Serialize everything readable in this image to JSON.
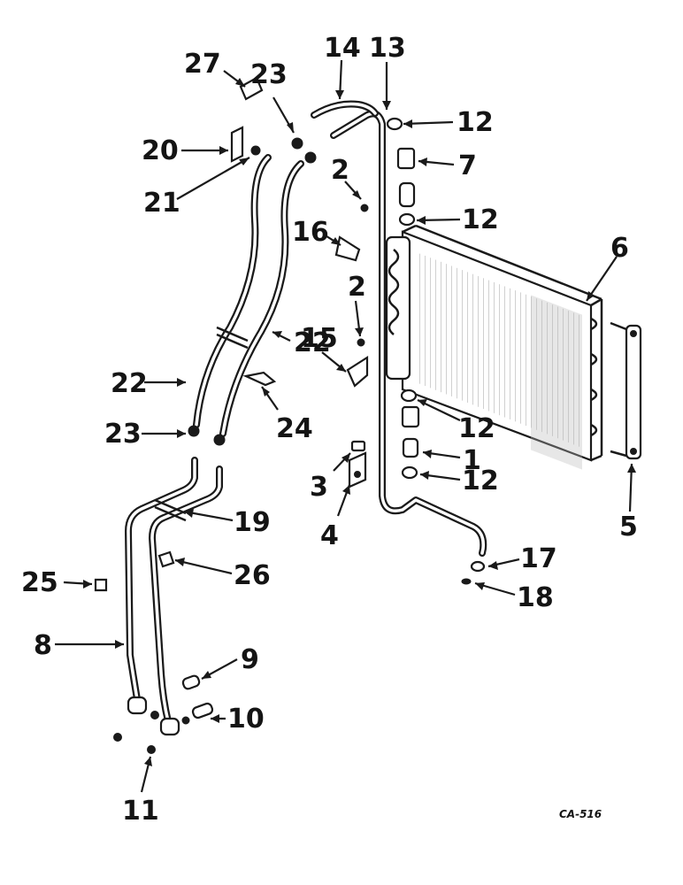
{
  "figure_code": "CA-516",
  "callouts": [
    {
      "id": "c27",
      "label": "27"
    },
    {
      "id": "c23a",
      "label": "23"
    },
    {
      "id": "c14",
      "label": "14"
    },
    {
      "id": "c13",
      "label": "13"
    },
    {
      "id": "c12a",
      "label": "12"
    },
    {
      "id": "c20",
      "label": "20"
    },
    {
      "id": "c7",
      "label": "7"
    },
    {
      "id": "c2a",
      "label": "2"
    },
    {
      "id": "c21",
      "label": "21"
    },
    {
      "id": "c12b",
      "label": "12"
    },
    {
      "id": "c16",
      "label": "16"
    },
    {
      "id": "c6",
      "label": "6"
    },
    {
      "id": "c2b",
      "label": "2"
    },
    {
      "id": "c15",
      "label": "15"
    },
    {
      "id": "c22a",
      "label": "22"
    },
    {
      "id": "c22b",
      "label": "22"
    },
    {
      "id": "c12c",
      "label": "12"
    },
    {
      "id": "c23b",
      "label": "23"
    },
    {
      "id": "c24",
      "label": "24"
    },
    {
      "id": "c1",
      "label": "1"
    },
    {
      "id": "c12d",
      "label": "12"
    },
    {
      "id": "c3",
      "label": "3"
    },
    {
      "id": "c19",
      "label": "19"
    },
    {
      "id": "c4",
      "label": "4"
    },
    {
      "id": "c5",
      "label": "5"
    },
    {
      "id": "c17",
      "label": "17"
    },
    {
      "id": "c25",
      "label": "25"
    },
    {
      "id": "c26",
      "label": "26"
    },
    {
      "id": "c18",
      "label": "18"
    },
    {
      "id": "c8",
      "label": "8"
    },
    {
      "id": "c9",
      "label": "9"
    },
    {
      "id": "c10",
      "label": "10"
    },
    {
      "id": "c11",
      "label": "11"
    }
  ]
}
